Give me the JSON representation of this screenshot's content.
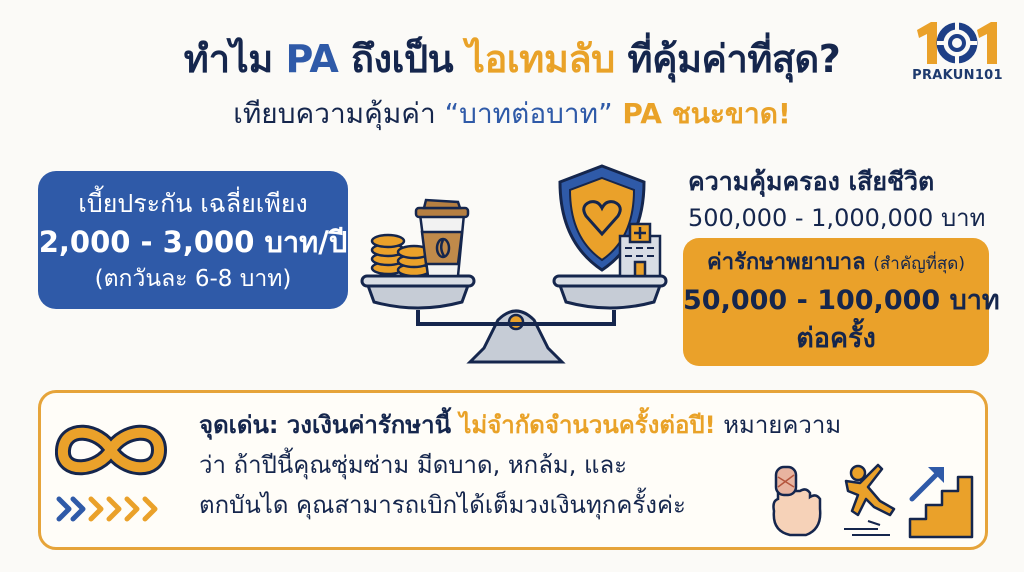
{
  "header": {
    "title": {
      "part1": "ทำไม ",
      "part2": "PA",
      "part3": " ถึงเป็น ",
      "part4": "ไอเทมลับ",
      "part5": " ที่คุ้มค่าที่สุด?"
    },
    "subtitle": {
      "part1": "เทียบความคุ้มค่า ",
      "part2": "“บาทต่อบาท”",
      "part3": " PA ชนะขาด!"
    }
  },
  "logo": {
    "mark": "101",
    "text": "PRAKUN101"
  },
  "premium": {
    "line1": "เบี้ยประกัน เฉลี่ยเพียง",
    "line2": "2,000 - 3,000 บาท/ปี",
    "line3": "(ตกวันละ 6-8 บาท)"
  },
  "illustration": {
    "left_pan_items": [
      "coins-icon",
      "coffee-cup-icon"
    ],
    "right_pan_items": [
      "shield-heart-icon",
      "hospital-icon"
    ]
  },
  "coverage": {
    "death_title": "ความคุ้มครอง เสียชีวิต",
    "death_amount": "500,000 - 1,000,000 บาท",
    "medical_title": "ค่ารักษาพยาบาล",
    "medical_note": "(สำคัญที่สุด)",
    "medical_amount": "50,000 - 100,000 บาท",
    "medical_per": "ต่อครั้ง"
  },
  "highlight": {
    "label": "จุดเด่น: วงเงินค่ารักษานี้ ",
    "emphasis": "ไม่จำกัดจำนวนครั้งต่อปี!",
    "after": " หมายความ",
    "line2": "ว่า ถ้าปีนี้คุณซุ่มซ่าม มีดบาด, หกล้ม, และ",
    "line3": "ตกบันได คุณสามารถเบิกได้เต็มวงเงินทุกครั้งค่ะ",
    "icons": [
      "bandaged-finger-icon",
      "slipping-person-icon",
      "stairs-icon"
    ]
  },
  "colors": {
    "navy": "#15264d",
    "blue": "#2f5aa8",
    "gold": "#e9a228",
    "background": "#fbfaf7"
  }
}
